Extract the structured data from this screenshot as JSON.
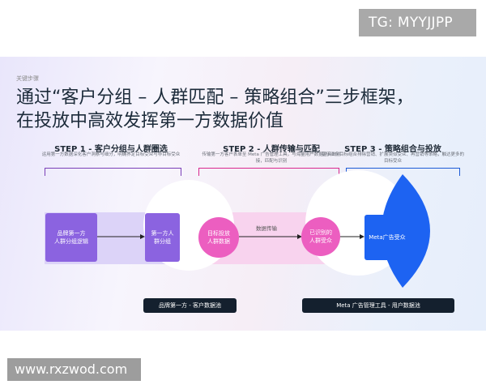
{
  "badge": "TG: MYYJJPP",
  "watermark": "www.rxzwod.com",
  "slide": {
    "kicker": "关键步骤",
    "title_line1": "通过“客户分组 – 人群匹配 – 策略组合”三步框架，",
    "title_line2": "在投放中高效发挥第一方数据价值"
  },
  "steps": [
    {
      "title": "STEP 1 - 客户分组与人群圈选",
      "desc": "运用第一方数据深化客户洞察与细分，明确界定目标受众与非目标受众"
    },
    {
      "title": "STEP 2 - 人群传输与匹配",
      "desc": "传输第一方客户表单至 Meta 广告管理工具，与海量用户数据池高效对接，匹配与识别"
    },
    {
      "title": "STEP 3 - 策略组合与投放",
      "desc": "基于业务目标组合排除营销、扩展类似受众、再营销等策略，触达更多的目标受众"
    }
  ],
  "nodes": {
    "brand_logic": "品牌第一方\n人群分组逻辑",
    "first_party_group": "第一方人\n群分组",
    "target_audience": "目标投放\n人群数据",
    "data_transfer": "数据传输",
    "matched_audience": "已识别的\n人群受众",
    "meta_audience": "Meta广告受众"
  },
  "bars": {
    "left": "品牌第一方 - 客户数据池",
    "right": "Meta 广告管理工具 - 用户数据池"
  },
  "colors": {
    "purple": "#8b63e0",
    "light_purple": "#cdc2f5",
    "pink": "#ec5ec0",
    "light_pink": "#f6c6ea",
    "blue": "#1d63f2",
    "dark_bar": "#14202e"
  }
}
